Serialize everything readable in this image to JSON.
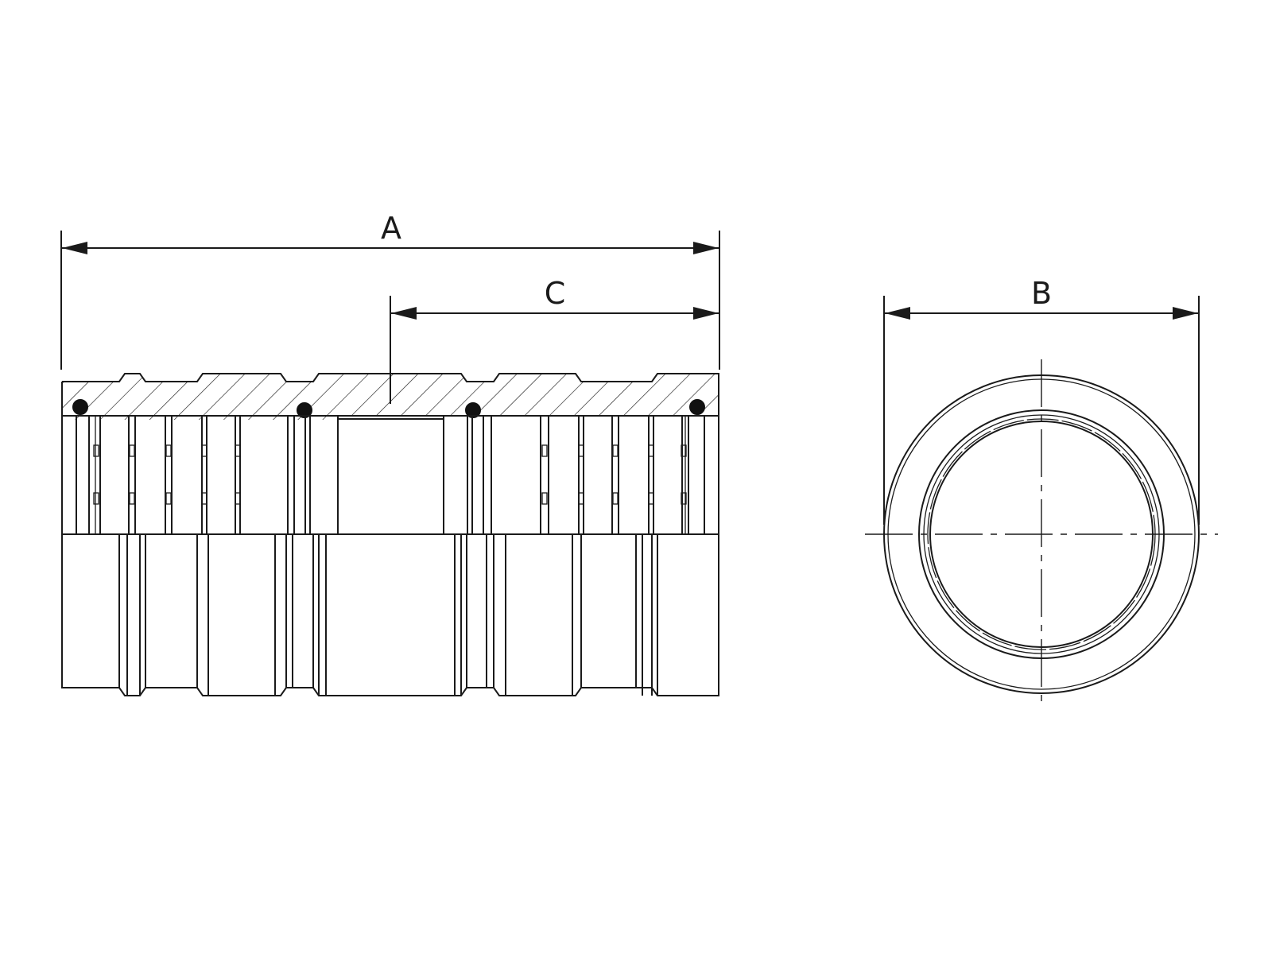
{
  "diagram": {
    "dimensions": {
      "overall_length": {
        "label": "A"
      },
      "clamp_length": {
        "label": "C"
      },
      "outer_diameter": {
        "label": "B"
      }
    }
  }
}
